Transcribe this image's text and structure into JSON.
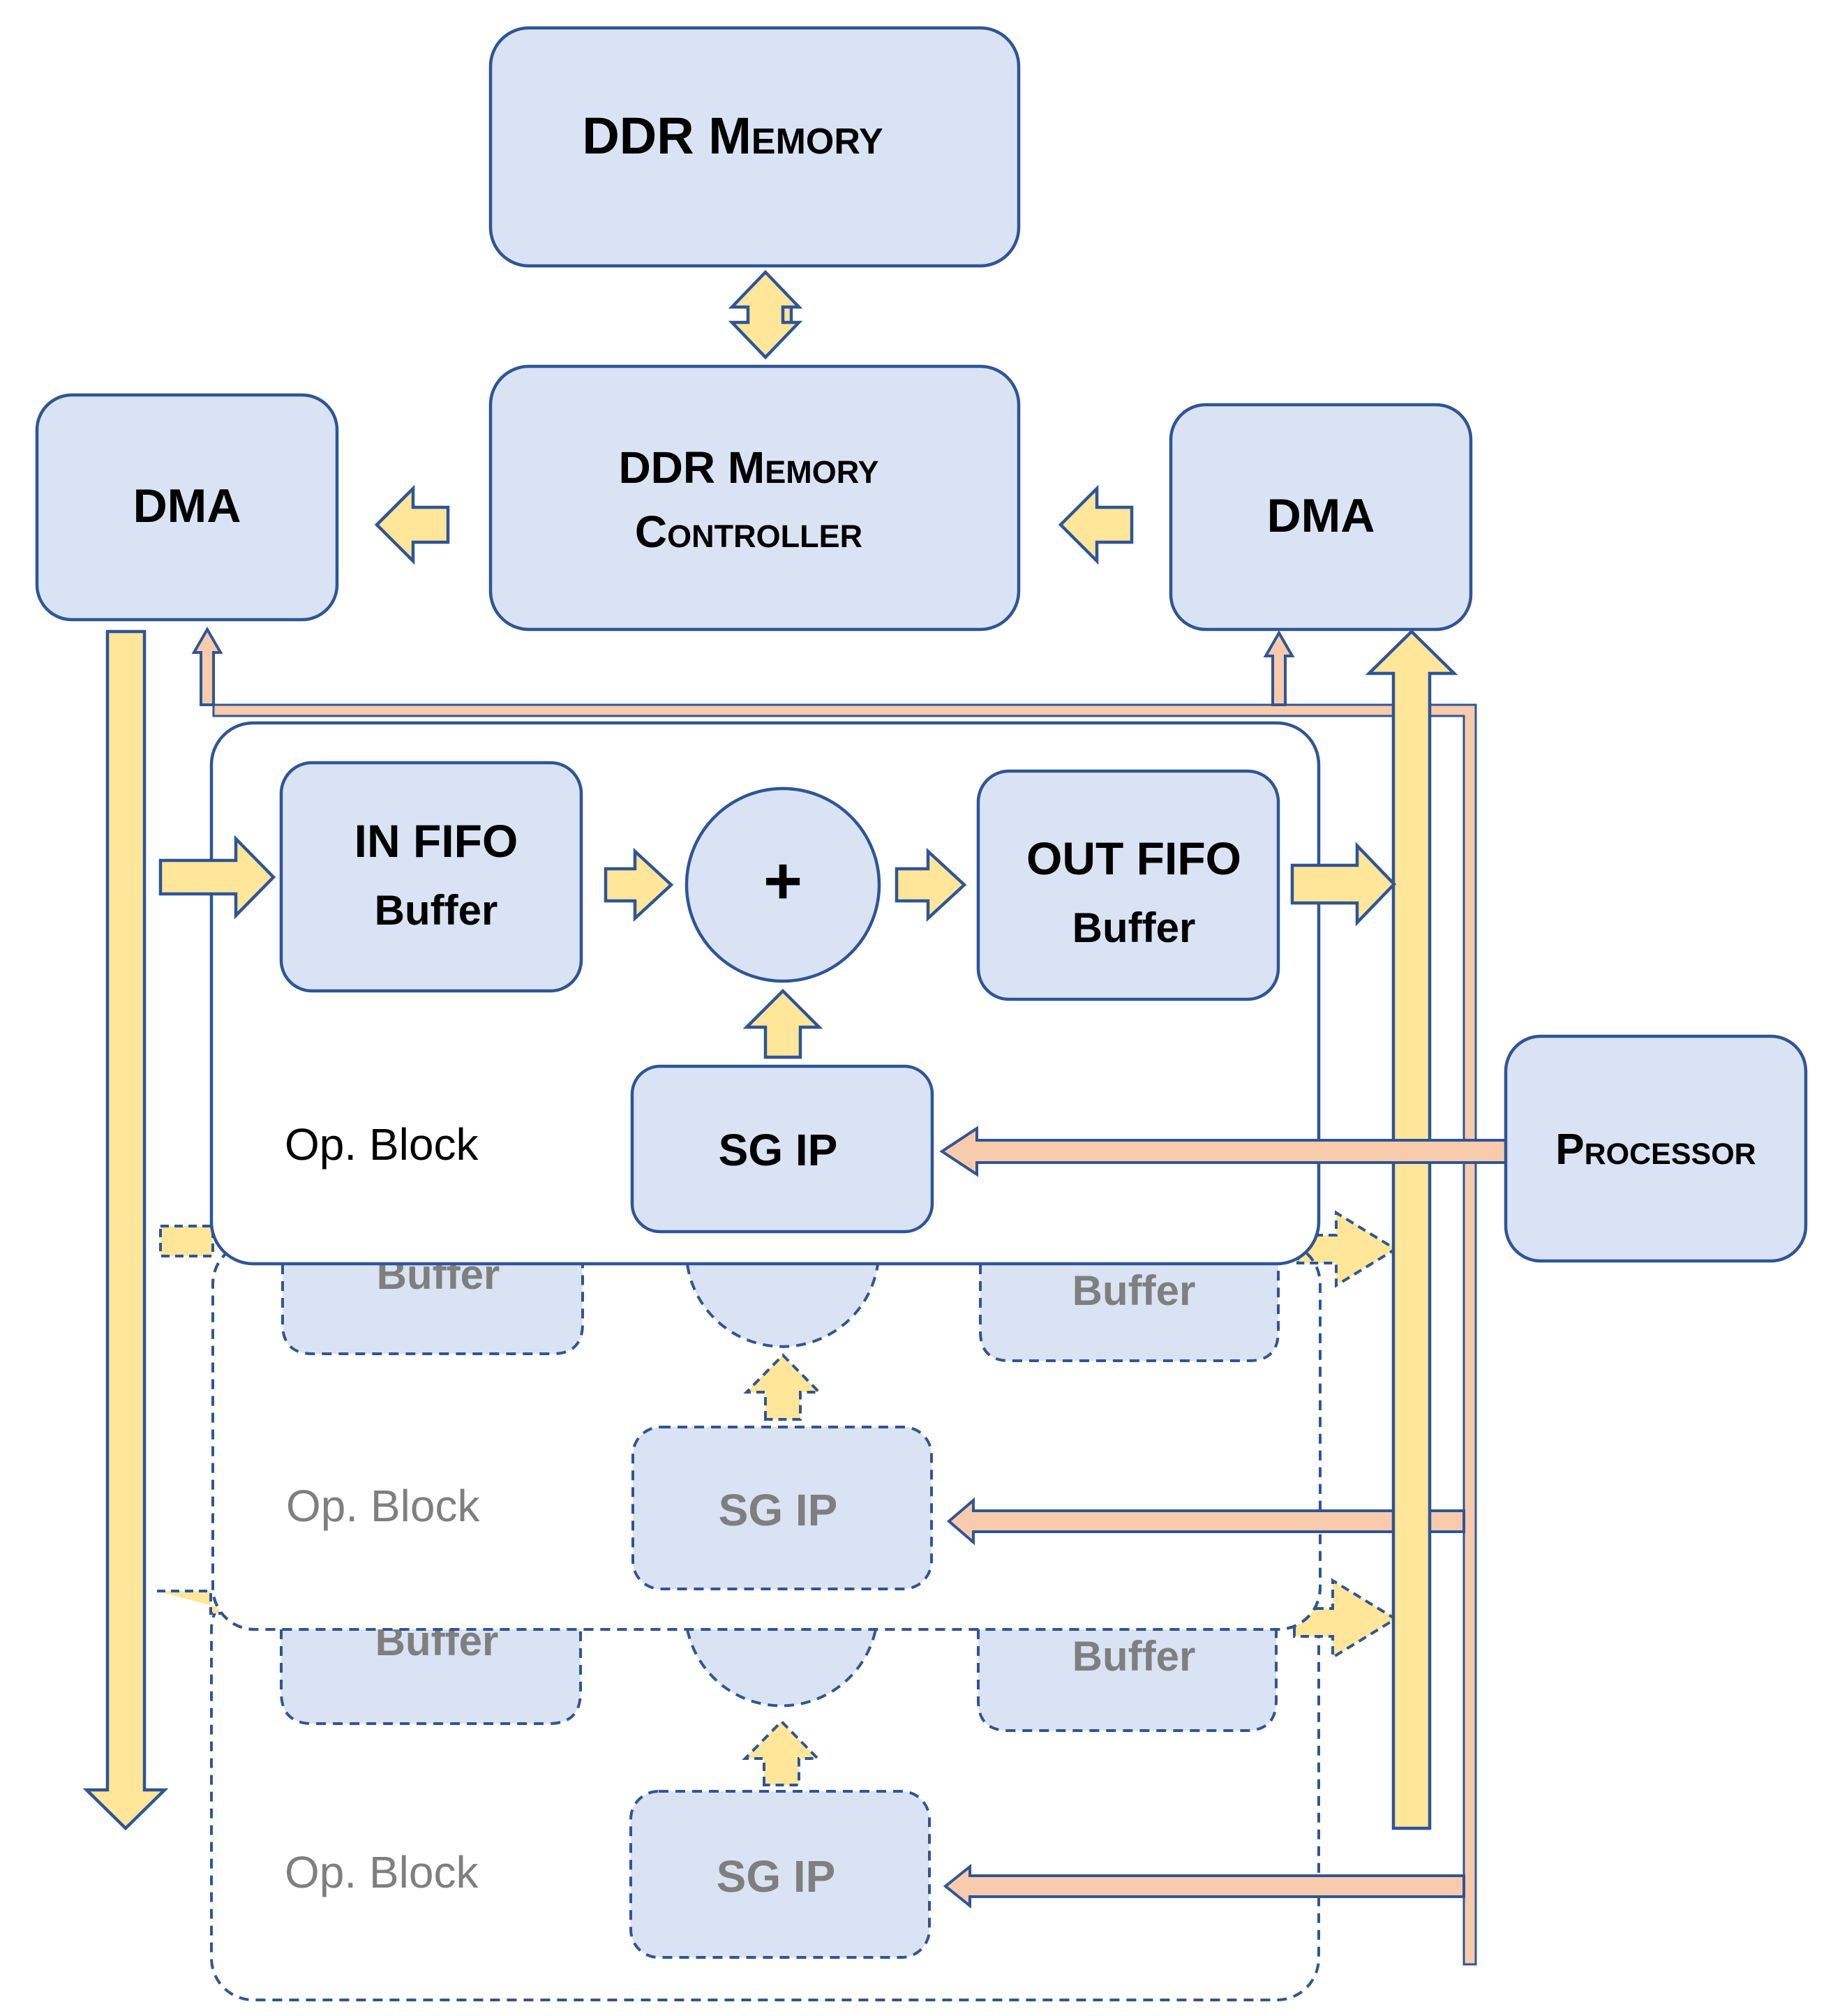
{
  "ddr_memory": {
    "line1": "DDR Memory"
  },
  "ddr_controller": {
    "line1": "DDR Memory",
    "line2": "Controller"
  },
  "dma_left": {
    "label": "DMA"
  },
  "dma_right": {
    "label": "DMA"
  },
  "processor": {
    "label": "Processor"
  },
  "op_block_1": {
    "in_fifo": {
      "line1": "IN FIFO",
      "line2": "Buffer"
    },
    "adder": {
      "symbol": "+"
    },
    "out_fifo": {
      "line1": "OUT FIFO",
      "line2": "Buffer"
    },
    "sg_ip": {
      "label": "SG IP"
    },
    "label": "Op. Block"
  },
  "op_block_2": {
    "in_fifo": {
      "line2": "Buffer"
    },
    "out_fifo": {
      "line2": "Buffer"
    },
    "sg_ip": {
      "label": "SG IP"
    },
    "label": "Op. Block"
  },
  "op_block_3": {
    "in_fifo": {
      "line2": "Buffer"
    },
    "out_fifo": {
      "line2": "Buffer"
    },
    "sg_ip": {
      "label": "SG IP"
    },
    "label": "Op. Block"
  },
  "colors": {
    "box_fill": "#dae3f3",
    "box_stroke": "#2f5597",
    "data_arrow": "#ffe699",
    "control_arrow": "#f8cbad",
    "faded_text": "#7f7f7f"
  }
}
